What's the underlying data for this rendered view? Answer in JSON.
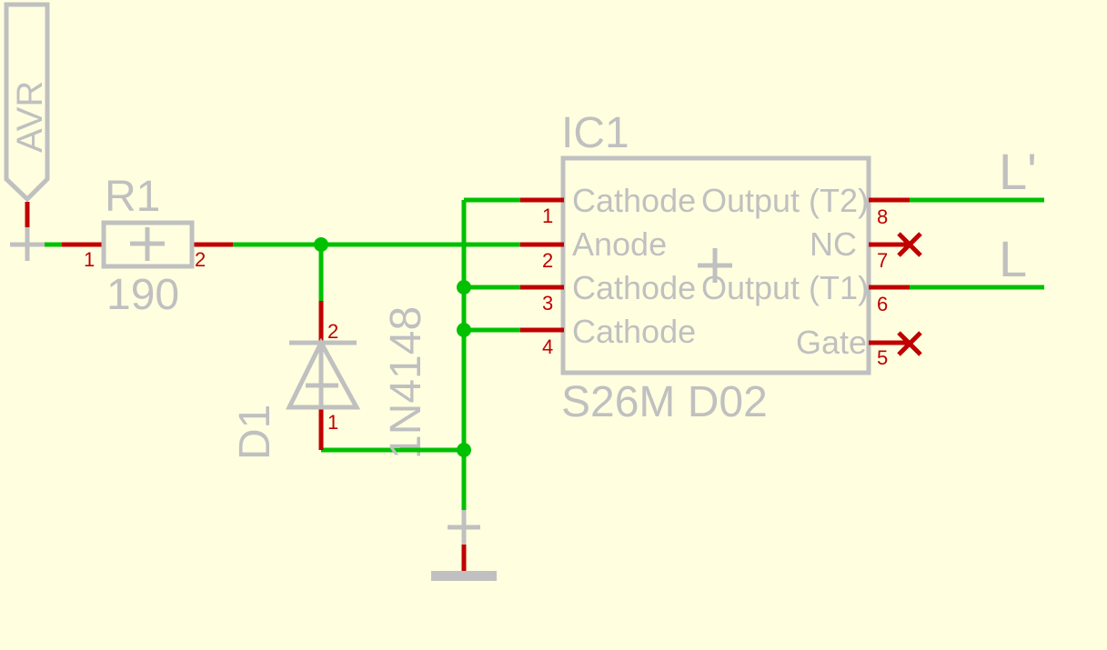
{
  "colors": {
    "background": "#FFFFE0",
    "symbol": "#C0C0C0",
    "pin": "#C00000",
    "net": "#00C000"
  },
  "supply": {
    "label": "AVR"
  },
  "resistor": {
    "name": "R1",
    "value": "190",
    "pins": [
      "1",
      "2"
    ]
  },
  "diode": {
    "name": "D1",
    "value": "1N4148",
    "pins": [
      "2",
      "1"
    ]
  },
  "ic": {
    "name": "IC1",
    "value": "S26M D02",
    "left_pins": [
      {
        "num": "1",
        "name": "Cathode"
      },
      {
        "num": "2",
        "name": "Anode"
      },
      {
        "num": "3",
        "name": "Cathode"
      },
      {
        "num": "4",
        "name": "Cathode"
      }
    ],
    "right_pins": [
      {
        "num": "8",
        "name": "Output (T2)"
      },
      {
        "num": "7",
        "name": "NC"
      },
      {
        "num": "6",
        "name": "Output (T1)"
      },
      {
        "num": "5",
        "name": "Gate"
      }
    ]
  },
  "nets": {
    "top_right": "L'",
    "bottom_right": "L"
  }
}
